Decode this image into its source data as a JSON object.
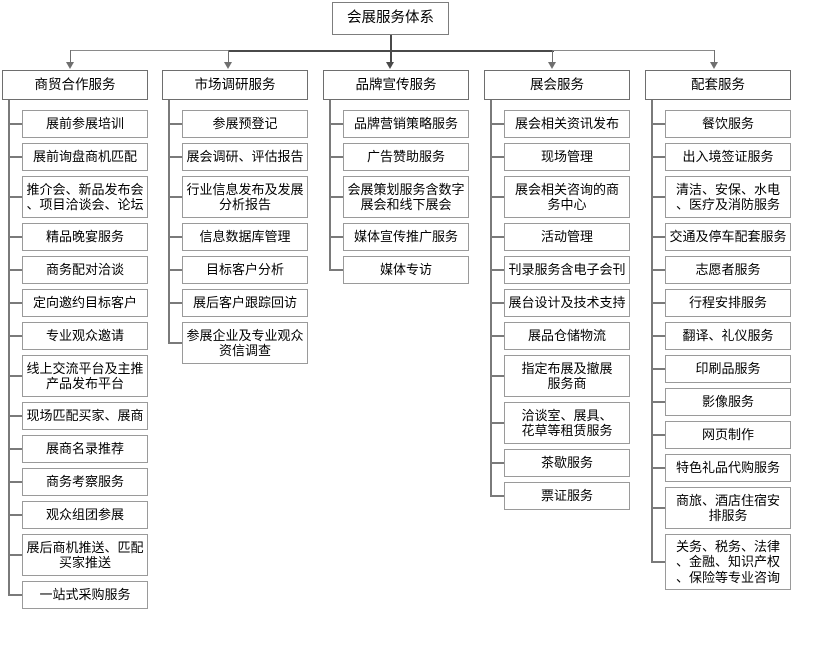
{
  "diagram": {
    "type": "organizational-tree",
    "title": "会展服务体系",
    "orientation": "top-down",
    "levels": 3,
    "colors": {
      "box_border": "#8a8a8a",
      "connector": "#6f6f6f",
      "background": "#ffffff",
      "text": "#000000"
    },
    "root": {
      "label": "会展服务体系"
    },
    "branches": [
      {
        "id": "branch-1",
        "label": "商贸合作服务",
        "children": [
          {
            "label": "展前参展培训",
            "lines": 1
          },
          {
            "label": "展前询盘商机匹配",
            "lines": 1
          },
          {
            "label": "推介会、新品发布会\n、项目洽谈会、论坛",
            "lines": 2
          },
          {
            "label": "精品晚宴服务",
            "lines": 1
          },
          {
            "label": "商务配对洽谈",
            "lines": 1
          },
          {
            "label": "定向邀约目标客户",
            "lines": 1
          },
          {
            "label": "专业观众邀请",
            "lines": 1
          },
          {
            "label": "线上交流平台及主推\n产品发布平台",
            "lines": 2
          },
          {
            "label": "现场匹配买家、展商",
            "lines": 1
          },
          {
            "label": "展商名录推荐",
            "lines": 1
          },
          {
            "label": "商务考察服务",
            "lines": 1
          },
          {
            "label": "观众组团参展",
            "lines": 1
          },
          {
            "label": "展后商机推送、匹配\n买家推送",
            "lines": 2
          },
          {
            "label": "一站式采购服务",
            "lines": 1
          }
        ]
      },
      {
        "id": "branch-2",
        "label": "市场调研服务",
        "children": [
          {
            "label": "参展预登记",
            "lines": 1
          },
          {
            "label": "展会调研、评估报告",
            "lines": 1
          },
          {
            "label": "行业信息发布及发展\n分析报告",
            "lines": 2
          },
          {
            "label": "信息数据库管理",
            "lines": 1
          },
          {
            "label": "目标客户分析",
            "lines": 1
          },
          {
            "label": "展后客户跟踪回访",
            "lines": 1
          },
          {
            "label": "参展企业及专业观众\n资信调查",
            "lines": 2
          }
        ]
      },
      {
        "id": "branch-3",
        "label": "品牌宣传服务",
        "children": [
          {
            "label": "品牌营销策略服务",
            "lines": 1
          },
          {
            "label": "广告赞助服务",
            "lines": 1
          },
          {
            "label": "会展策划服务含数字\n展会和线下展会",
            "lines": 2
          },
          {
            "label": "媒体宣传推广服务",
            "lines": 1
          },
          {
            "label": "媒体专访",
            "lines": 1
          }
        ]
      },
      {
        "id": "branch-4",
        "label": "展会服务",
        "children": [
          {
            "label": "展会相关资讯发布",
            "lines": 1
          },
          {
            "label": "现场管理",
            "lines": 1
          },
          {
            "label": "展会相关咨询的商\n务中心",
            "lines": 2
          },
          {
            "label": "活动管理",
            "lines": 1
          },
          {
            "label": "刊录服务含电子会刊",
            "lines": 1
          },
          {
            "label": "展台设计及技术支持",
            "lines": 1
          },
          {
            "label": "展品仓储物流",
            "lines": 1
          },
          {
            "label": "指定布展及撤展\n服务商",
            "lines": 2
          },
          {
            "label": "洽谈室、展具、\n花草等租赁服务",
            "lines": 2
          },
          {
            "label": "茶歇服务",
            "lines": 1
          },
          {
            "label": "票证服务",
            "lines": 1
          }
        ]
      },
      {
        "id": "branch-5",
        "label": "配套服务",
        "children": [
          {
            "label": "餐饮服务",
            "lines": 1
          },
          {
            "label": "出入境签证服务",
            "lines": 1
          },
          {
            "label": "清洁、安保、水电\n、医疗及消防服务",
            "lines": 2
          },
          {
            "label": "交通及停车配套服务",
            "lines": 1
          },
          {
            "label": "志愿者服务",
            "lines": 1
          },
          {
            "label": "行程安排服务",
            "lines": 1
          },
          {
            "label": "翻译、礼仪服务",
            "lines": 1
          },
          {
            "label": "印刷品服务",
            "lines": 1
          },
          {
            "label": "影像服务",
            "lines": 1
          },
          {
            "label": "网页制作",
            "lines": 1
          },
          {
            "label": "特色礼品代购服务",
            "lines": 1
          },
          {
            "label": "商旅、酒店住宿安\n排服务",
            "lines": 2
          },
          {
            "label": "关务、税务、法律\n、金融、知识产权\n、保险等专业咨询",
            "lines": 3
          }
        ]
      }
    ]
  }
}
